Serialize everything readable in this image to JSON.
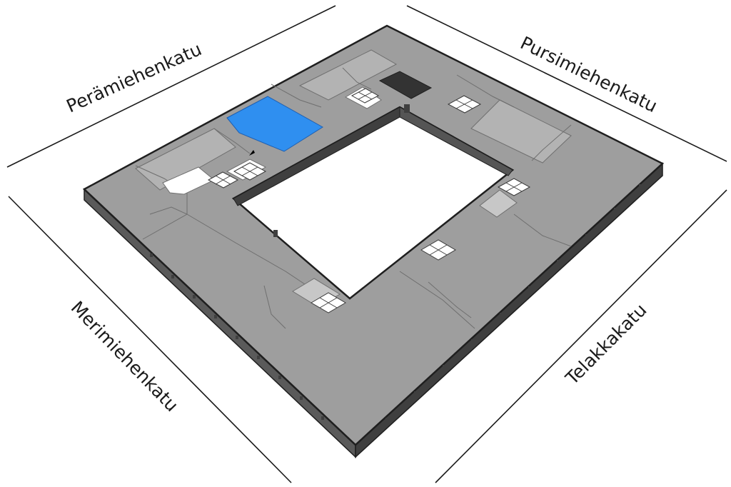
{
  "streets": {
    "north_west": "Perämiehenkatu",
    "north_east": "Pursimiehenkatu",
    "south_west": "Merimiehenkatu",
    "south_east": "Telakkakatu"
  },
  "colors": {
    "floor": "#9e9e9e",
    "floor_light": "#b3b3b3",
    "outline": "#1f1f1f",
    "wall_side": "#5a5a5a",
    "wall_side_dark": "#3f3f3f",
    "highlight": "#2f8ff0",
    "dark_room": "#333333",
    "service": "#ffffff"
  },
  "highlighted_space": {
    "icon": "you-are-here-marker"
  }
}
